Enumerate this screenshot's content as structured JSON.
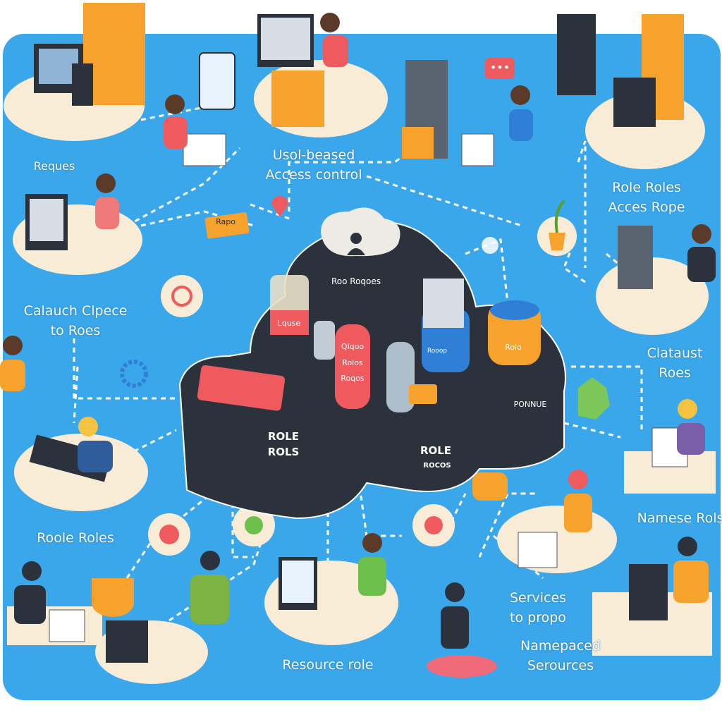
{
  "labels": {
    "reques": "Reques",
    "user_based_1": "Usol-beased",
    "user_based_2": "Access control",
    "role_roles_1": "Role Roles",
    "role_roles_2": "Acces Rope",
    "calauch_1": "Calauch Clpece",
    "calauch_2": "to Roes",
    "clataust_1": "Clataust",
    "clataust_2": "Roes",
    "roole_roles": "Roole Roles",
    "namese_rols": "Namese Rols",
    "services_1": "Services",
    "services_2": "to propo",
    "namepaced_1": "Namepaced",
    "namepaced_2": "Serources",
    "resource_role": "Resource role"
  },
  "hub": {
    "cloud_label": "Roo Roqoes",
    "block_left_1": "ROLE",
    "block_left_2": "ROLS",
    "block_center_1": "ROLE",
    "block_center_2": "ROCOS",
    "block_right": "PONNUE",
    "jar_label": "Lquse",
    "red_cylinder_1": "Qlqoo",
    "red_cylinder_2": "Rolos",
    "red_cylinder_3": "Roqos",
    "orange_cylinder": "Rolo",
    "blue_cup": "Rooop",
    "tag_label": "Rapo"
  },
  "colors": {
    "background": "#3aa7ea",
    "platform": "#f8ecd6",
    "hub": "#2b323c",
    "accent_red": "#ef5a5f",
    "accent_orange": "#f6a22c",
    "accent_blue": "#2f7fd6"
  }
}
